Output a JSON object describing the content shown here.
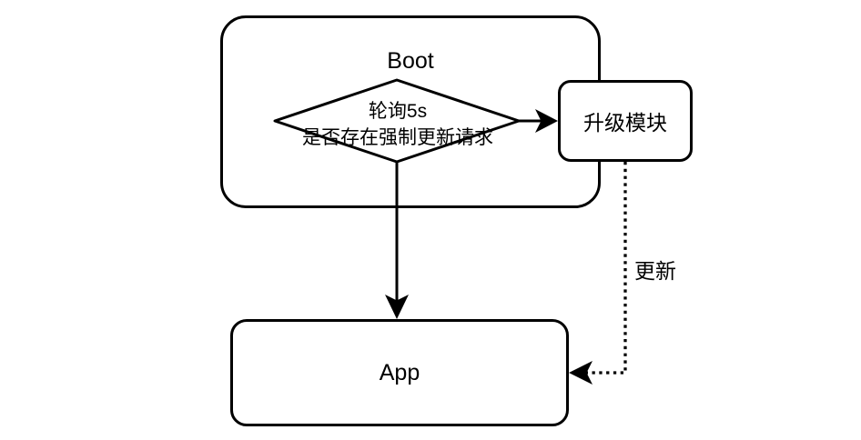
{
  "diagram": {
    "boot_box": {
      "label": "Boot"
    },
    "decision": {
      "line1": "轮询5s",
      "line2": "是否存在强制更新请求"
    },
    "upgrade_module_box": {
      "label": "升级模块"
    },
    "app_box": {
      "label": "App"
    },
    "update_edge": {
      "label": "更新"
    },
    "colors": {
      "stroke": "#000000",
      "fill": "#ffffff",
      "background": "#ffffff"
    }
  }
}
